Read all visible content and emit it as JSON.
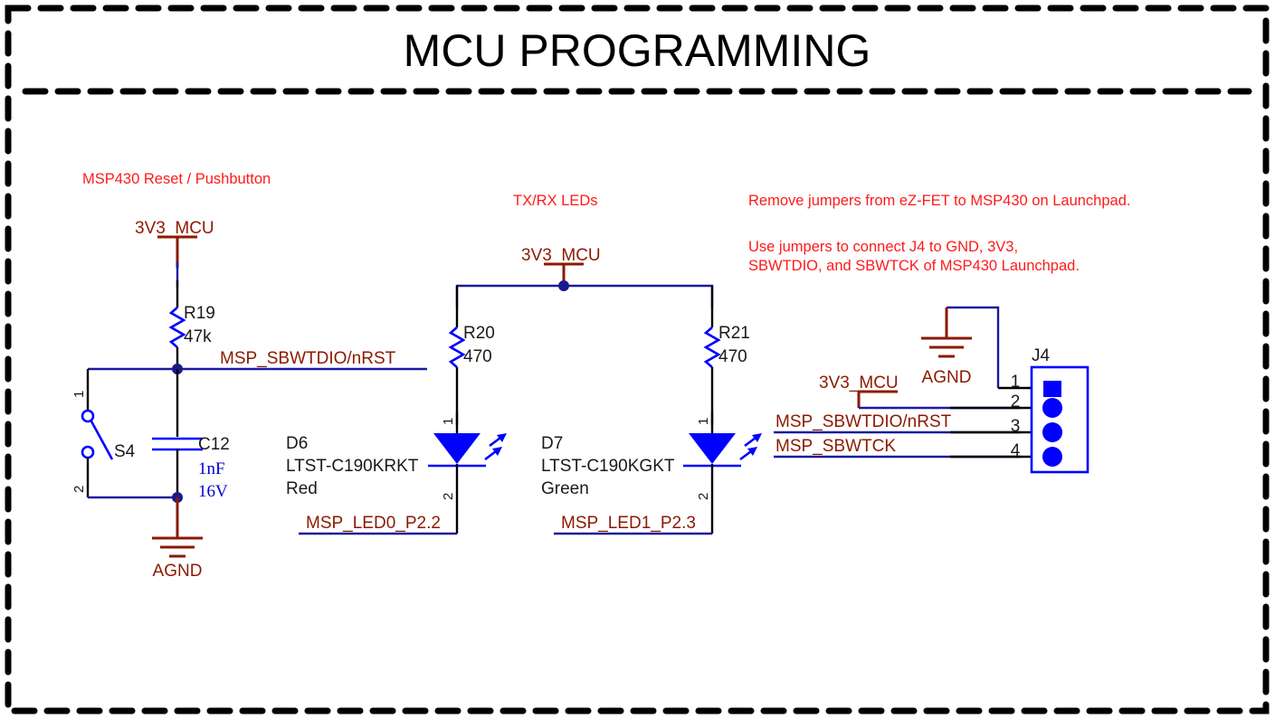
{
  "sheet": {
    "title": "MCU PROGRAMMING",
    "border_style": "dashed"
  },
  "notes": [
    {
      "id": "note-reset",
      "text": "MSP430 Reset / Pushbutton"
    },
    {
      "id": "note-leds",
      "text": "TX/RX LEDs"
    },
    {
      "id": "note-jumpers-1",
      "text": "Remove jumpers from eZ-FET to MSP430 on Launchpad."
    },
    {
      "id": "note-jumpers-2a",
      "text": "Use jumpers to connect J4 to GND, 3V3,"
    },
    {
      "id": "note-jumpers-2b",
      "text": "SBWTDIO, and SBWTCK of MSP430 Launchpad."
    }
  ],
  "power_symbols": [
    {
      "id": "pwr-reset",
      "label": "3V3_MCU"
    },
    {
      "id": "pwr-leds",
      "label": "3V3_MCU"
    },
    {
      "id": "pwr-j4",
      "label": "3V3_MCU"
    }
  ],
  "ground_symbols": [
    {
      "id": "gnd-reset",
      "label": "AGND"
    },
    {
      "id": "gnd-j4",
      "label": "AGND"
    }
  ],
  "components": {
    "r19": {
      "ref": "R19",
      "value": "47k"
    },
    "r20": {
      "ref": "R20",
      "value": "470"
    },
    "r21": {
      "ref": "R21",
      "value": "470"
    },
    "c12": {
      "ref": "C12",
      "value": "1nF",
      "voltage": "16V"
    },
    "s4": {
      "ref": "S4",
      "pin1": "1",
      "pin2": "2"
    },
    "d6": {
      "ref": "D6",
      "part": "LTST-C190KRKT",
      "color": "Red",
      "pin1": "1",
      "pin2": "2"
    },
    "d7": {
      "ref": "D7",
      "part": "LTST-C190KGKT",
      "color": "Green",
      "pin1": "1",
      "pin2": "2"
    },
    "j4": {
      "ref": "J4",
      "pins": [
        {
          "number": "1",
          "shape": "square"
        },
        {
          "number": "2",
          "shape": "circle"
        },
        {
          "number": "3",
          "shape": "circle"
        },
        {
          "number": "4",
          "shape": "circle"
        }
      ]
    }
  },
  "net_labels": {
    "reset_net": "MSP_SBWTDIO/nRST",
    "led0_net": "MSP_LED0_P2.2",
    "led1_net": "MSP_LED1_P2.3",
    "j4_sbwtdio": "MSP_SBWTDIO/nRST",
    "j4_sbwtck": "MSP_SBWTCK"
  },
  "colors": {
    "wire": "#000000",
    "wire_blue": "#1a1aa0",
    "symbol_blue": "#0000ff",
    "net_label": "#8b1a00",
    "note_red": "#ff1a1a",
    "ground": "#8b1a00",
    "junction": "#1a1a8b",
    "background": "#ffffff"
  }
}
